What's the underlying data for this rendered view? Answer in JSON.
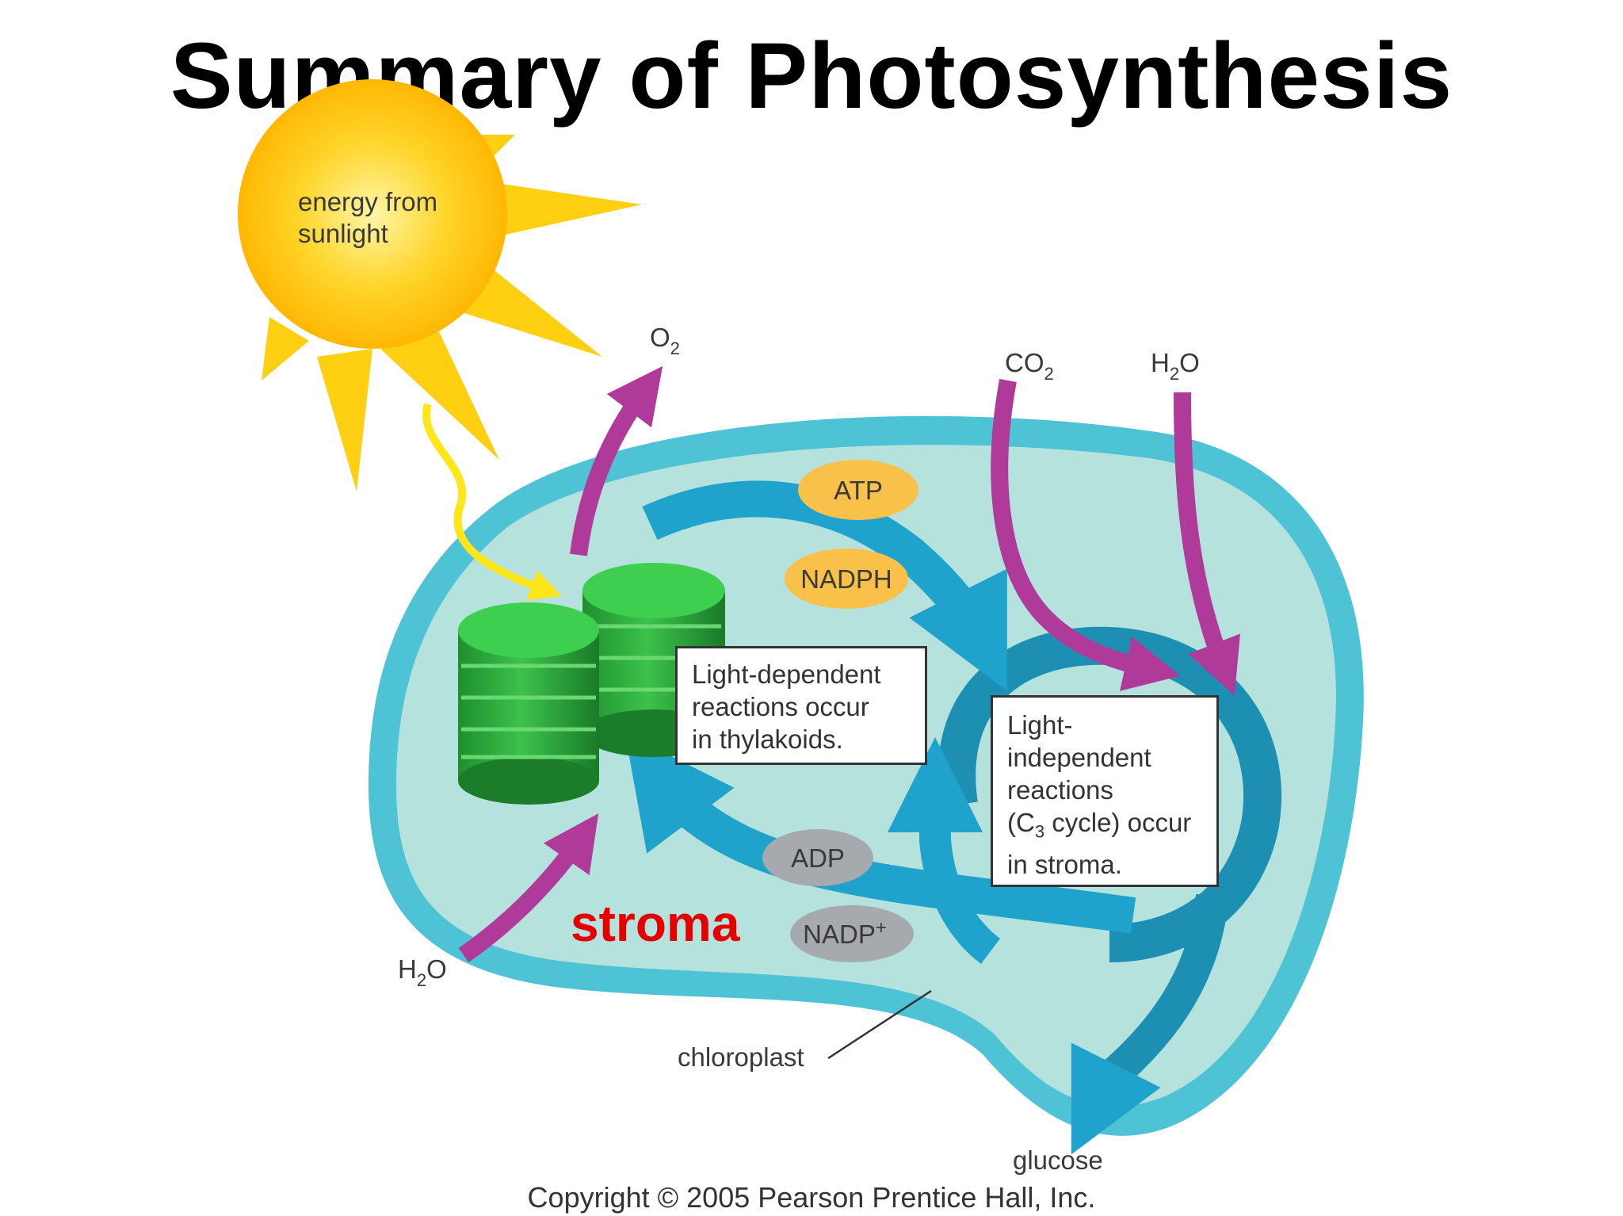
{
  "title": "Summary of Photosynthesis",
  "sun_label_line1": "energy from",
  "sun_label_line2": "sunlight",
  "o2_label": {
    "base": "O",
    "sub": "2"
  },
  "co2_label": {
    "base": "CO",
    "sub": "2"
  },
  "h2o_top_label": {
    "base": "H",
    "sub": "2",
    "tail": "O"
  },
  "h2o_bottom_label": {
    "base": "H",
    "sub": "2",
    "tail": "O"
  },
  "atp_label": "ATP",
  "nadph_label": "NADPH",
  "adp_label": "ADP",
  "nadp_label": {
    "base": "NADP",
    "sup": "+"
  },
  "light_box": {
    "line1": "Light-dependent",
    "line2": "reactions occur",
    "line3": "in thylakoids."
  },
  "dark_box": {
    "line1": "Light-",
    "line2": "independent",
    "line3": "reactions",
    "line4_pre": "(C",
    "line4_sub": "3",
    "line4_post": " cycle) occur",
    "line5": "in stroma."
  },
  "stroma_label": "stroma",
  "chloroplast_label": "chloroplast",
  "glucose_label": "glucose",
  "copyright": "Copyright © 2005 Pearson Prentice Hall, Inc.",
  "colors": {
    "sun": "#ffd21a",
    "chloroplast_outer": "#4fc3d6",
    "chloroplast_inner": "#b5e2dc",
    "thylakoid": "#2aa63a",
    "magenta_arrow": "#b03a9a",
    "cycle_arrow": "#1fa3cc",
    "atp_pill": "#f9c14a",
    "adp_pill": "#a6a9ad",
    "stroma_text": "#e50000"
  }
}
